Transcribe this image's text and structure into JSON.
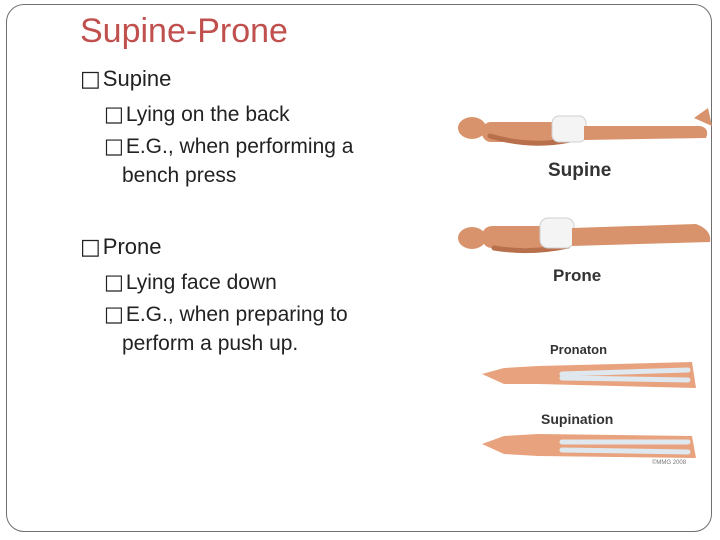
{
  "slide": {
    "title": "Supine-Prone",
    "bullet_glyph": "□",
    "sections": [
      {
        "heading": "Supine",
        "items": [
          {
            "text": "Lying on the back"
          },
          {
            "text": "E.G., when performing a",
            "continuation": "bench press"
          }
        ]
      },
      {
        "heading": "Prone",
        "items": [
          {
            "text": "Lying face down"
          },
          {
            "text": "E.G., when preparing to",
            "continuation": "perform a push up."
          }
        ]
      }
    ]
  },
  "figure": {
    "supine_label": "Supine",
    "prone_label": "Prone",
    "pronation_label": "Pronaton",
    "supination_label": "Supination",
    "copyright": "©MMG 2008",
    "colors": {
      "skin": "#d9936c",
      "skin_dark": "#b8704c",
      "cloth": "#f4f4f4",
      "bone": "#dfe8ef",
      "title_red": "#c0504d"
    }
  }
}
